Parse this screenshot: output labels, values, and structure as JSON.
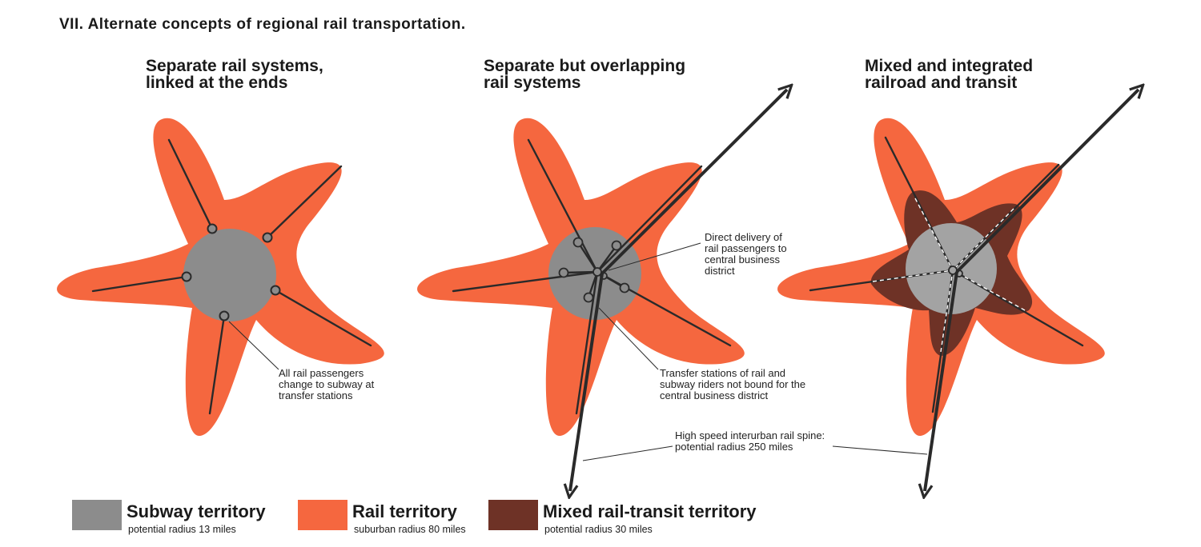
{
  "figure": {
    "title": "VII.  Alternate concepts of regional rail transportation."
  },
  "panels": [
    {
      "id": "panel-1",
      "title_line1": "Separate rail systems,",
      "title_line2": "linked at the ends"
    },
    {
      "id": "panel-2",
      "title_line1": "Separate but overlapping",
      "title_line2": "rail systems"
    },
    {
      "id": "panel-3",
      "title_line1": "Mixed and integrated",
      "title_line2": "railroad and transit"
    }
  ],
  "annotations": {
    "transfer_all": [
      "All rail passengers",
      "change to subway at",
      "transfer stations"
    ],
    "direct_delivery": [
      "Direct delivery of",
      "rail passengers to",
      "central business",
      "district"
    ],
    "transfer_stations": [
      "Transfer stations of rail and",
      "subway riders not bound for the",
      "central business district"
    ],
    "high_speed": [
      "High speed interurban rail spine:",
      "potential radius 250 miles"
    ]
  },
  "legend": [
    {
      "label": "Subway territory",
      "sub": "potential radius 13 miles",
      "color": "#8c8c8c"
    },
    {
      "label": "Rail territory",
      "sub": "suburban  radius 80 miles",
      "color": "#f5673f"
    },
    {
      "label": "Mixed rail-transit territory",
      "sub": "potential radius 30 miles",
      "color": "#6e3226"
    }
  ],
  "colors": {
    "rail": "#f5673f",
    "subway": "#8c8c8c",
    "subway_light": "#a3a3a3",
    "mixed": "#6e3226",
    "line": "#2a2a2a"
  }
}
